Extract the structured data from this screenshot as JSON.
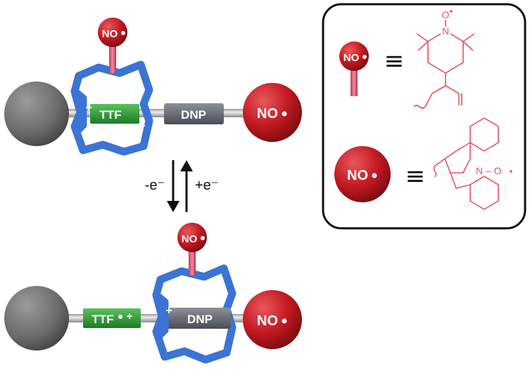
{
  "top_state": {
    "ttf_label": "TTF",
    "dnp_label": "DNP",
    "ring_nitroxide_label": "NO",
    "stopper_nitroxide_label": "NO",
    "charges": [
      "+",
      "+",
      "+",
      "+"
    ]
  },
  "arrows": {
    "oxidation_label": "-e⁻",
    "reduction_label": "+e⁻"
  },
  "bottom_state": {
    "ttf_label": "TTF",
    "ttf_charge": "+",
    "dnp_label": "DNP",
    "ring_nitroxide_label": "NO",
    "stopper_nitroxide_label": "NO",
    "charges": [
      "+",
      "+",
      "+",
      "+"
    ]
  },
  "legend": {
    "small_label": "NO",
    "large_label": "NO",
    "equiv_symbol": "≡",
    "small_structure": {
      "atom_n": "N",
      "atom_o": "O"
    },
    "large_structure": {
      "atom_label": "N – O"
    }
  },
  "colors": {
    "ring": "#3b74d4",
    "ttf": "#2f9a35",
    "dnp": "#6c6f78",
    "nitroxide": "#c41a22",
    "stopper_gray": "#6d6d6d",
    "structure": "#e8506a"
  }
}
